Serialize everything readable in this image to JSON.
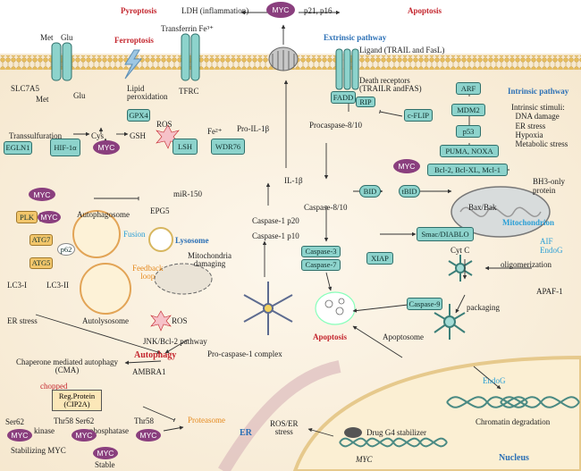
{
  "top": {
    "pyroptosis": "Pyroptosis",
    "ldh": "LDH (inflammation)",
    "myc": "MYC",
    "p21": "p21, p16",
    "apoptosis": "Apoptosis"
  },
  "membrane_left": {
    "met": "Met",
    "glu": "Glu",
    "ferroptosis": "Ferroptosis",
    "transferrin": "Transferrin Fe³⁺",
    "slc7a5": "SLC7A5",
    "lipid_peroxidation": "Lipid\nperoxidation",
    "tfrc": "TFRC",
    "met2": "Met",
    "glu2": "Glu",
    "transsulfuration": "Transsulfuration",
    "cys": "Cys",
    "gsh": "GSH",
    "gpx4": "GPX4",
    "ros": "ROS",
    "fe2": "Fe²⁺",
    "egln1": "EGLN1",
    "hif": "HIF-1α",
    "myc": "MYC",
    "lsh": "LSH",
    "wdr76": "WDR76"
  },
  "autophagy": {
    "myc": "MYC",
    "mir150": "miR-150",
    "epg5": "EPG5",
    "plk": "PLK",
    "myc2": "MYC",
    "autophagosome": "Autophagosome",
    "atg7": "ATG7",
    "p62": "p62",
    "atg5": "ATG5",
    "fusion": "Fusion",
    "lysosome": "Lysosome",
    "lc3i": "LC3-I",
    "lc3ii": "LC3-II",
    "mito_damaging": "Mitochondria\ndamaging",
    "feedback_loop": "Feedback\nloop",
    "autolysosome": "Autolysosome",
    "er_stress": "ER stress",
    "ros": "ROS",
    "jnk": "JNK/Bcl-2 pathway",
    "autophagy": "Autophagy",
    "cma": "Chaperone mediated autophagy\n(CMA)",
    "ambra1": "AMBRA1",
    "chopped": "chopped",
    "reg_protein": "Reg.Protein\n(CIP2A)",
    "ser62": "Ser62",
    "thr58_ser62": "Thr58 Ser62",
    "thr58": "Thr58",
    "kinase": "kinase",
    "phosphatase": "phosphatase",
    "proteasome": "Proteasome",
    "stabilizing": "Stabilizing MYC",
    "stable": "Stable",
    "myc_a": "MYC",
    "myc_b": "MYC",
    "myc_c": "MYC",
    "myc_d": "MYC"
  },
  "pyroptosis_col": {
    "pro_il1b": "Pro-IL-1β",
    "il1b": "IL-1β",
    "casp1_p20": "Caspase-1 p20",
    "casp1_p10": "Caspase-1 p10",
    "pro_casp1_complex": "Pro-caspase-1 complex",
    "er": "ER",
    "ros_er_stress": "ROS/ER\nstress",
    "drug": "Drug G4 stabilizer",
    "myc_gene": "MYC",
    "nucleus": "Nucleus"
  },
  "extrinsic": {
    "title": "Extrinsic pathway",
    "ligand": "Ligand (TRAIL and FasL)",
    "fadd": "FADD",
    "rip": "RIP",
    "death_receptors": "Death receptors\n(TRAILR andFAS)",
    "cflip": "c-FLIP",
    "procasp": "Procaspase-8/10",
    "casp810": "Caspase-8/10",
    "bid": "BID",
    "tbid": "tBID",
    "casp3": "Caspase-3",
    "casp7": "Caspase-7",
    "xiap": "XIAP",
    "casp9": "Caspase-9",
    "apoptosis": "Apoptosis",
    "apoptosome": "Apoptosome",
    "packaging": "packaging"
  },
  "intrinsic": {
    "title": "Intrinsic pathway",
    "arf": "ARF",
    "mdm2": "MDM2",
    "p53": "p53",
    "puma": "PUMA, NOXA",
    "bcl2": "Bcl-2, Bcl-XL, Mcl-1",
    "myc": "MYC",
    "stimuli": "Intrinsic stimuli:\n  DNA damage\n  ER stress\n  Hypoxia\n  Metabolic stress",
    "bh3": "BH3-only\nprotein",
    "baxbak": "Bax/Bak",
    "smac": "Smac/DIABLO",
    "mitochondrion": "Mitochondrion",
    "cytc": "Cyt C",
    "aif": "AIF",
    "endog": "EndoG",
    "oligomerization": "oligomerization",
    "apaf1": "APAF-1",
    "endog2": "EndoG",
    "chromatin": "Chromatin degradation"
  },
  "colors": {
    "teal_fill": "#8dd3cc",
    "teal_border": "#2f6f6a",
    "myc_purple": "#8a3f7e",
    "red_label": "#c4262e",
    "blue_label": "#2a6fb5",
    "membrane": "#e8c26a"
  }
}
